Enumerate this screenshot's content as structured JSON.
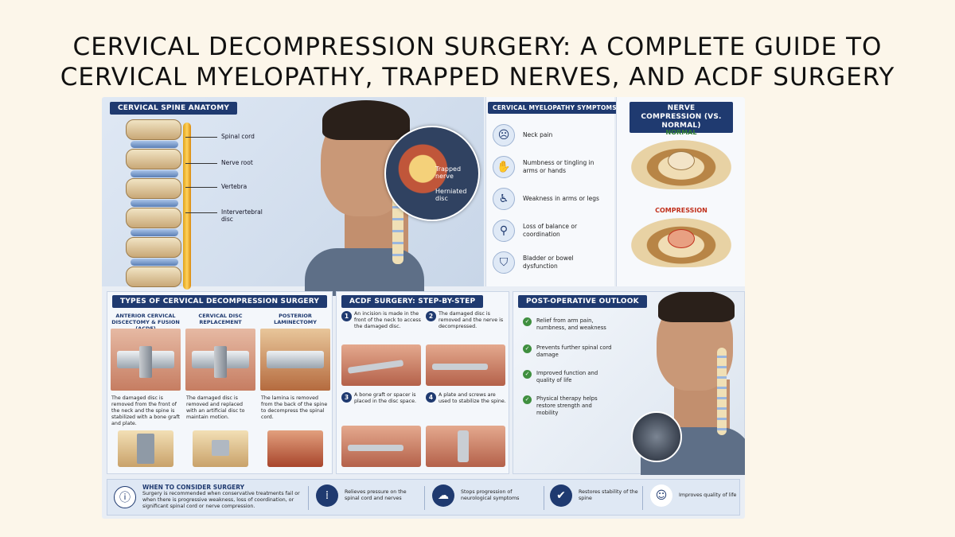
{
  "title_line1": "CERVICAL DECOMPRESSION SURGERY: A COMPLETE GUIDE TO",
  "title_line2": "CERVICAL MYELOPATHY, TRAPPED NERVES, AND ACDF SURGERY",
  "anatomy": {
    "heading": "CERVICAL SPINE ANATOMY",
    "labels": [
      "Spinal cord",
      "Nerve root",
      "Vertebra",
      "Intervertebral disc"
    ],
    "zoom_labels": [
      "Trapped nerve",
      "Herniated disc"
    ]
  },
  "symptoms": {
    "heading": "CERVICAL MYELOPATHY SYMPTOMS",
    "items": [
      {
        "icon": "neck-pain-icon",
        "glyph": "☹",
        "text": "Neck pain"
      },
      {
        "icon": "hand-icon",
        "glyph": "✋",
        "text": "Numbness or tingling in arms or hands"
      },
      {
        "icon": "person-weak-icon",
        "glyph": "♿",
        "text": "Weakness in arms or legs"
      },
      {
        "icon": "balance-icon",
        "glyph": "⚲",
        "text": "Loss of balance or coordination"
      },
      {
        "icon": "toilet-icon",
        "glyph": "⛉",
        "text": "Bladder or bowel dysfunction"
      }
    ]
  },
  "compression": {
    "heading": "NERVE COMPRESSION (VS. NORMAL)",
    "normal": "NORMAL",
    "compressed": "COMPRESSION"
  },
  "types": {
    "heading": "TYPES OF CERVICAL DECOMPRESSION SURGERY",
    "items": [
      {
        "name": "ANTERIOR CERVICAL DISCECTOMY & FUSION (ACDF)",
        "desc": "The damaged disc is removed from the front of the neck and the spine is stabilized with a bone graft and plate."
      },
      {
        "name": "CERVICAL DISC REPLACEMENT",
        "desc": "The damaged disc is removed and replaced with an artificial disc to maintain motion."
      },
      {
        "name": "POSTERIOR LAMINECTOMY",
        "desc": "The lamina is removed from the back of the spine to decompress the spinal cord."
      }
    ]
  },
  "acdf": {
    "heading": "ACDF SURGERY: STEP-BY-STEP",
    "steps": [
      {
        "num": "1",
        "text": "An incision is made in the front of the neck to access the damaged disc."
      },
      {
        "num": "2",
        "text": "The damaged disc is removed and the nerve is decompressed."
      },
      {
        "num": "3",
        "text": "A bone graft or spacer is placed in the disc space."
      },
      {
        "num": "4",
        "text": "A plate and screws are used to stabilize the spine."
      }
    ]
  },
  "outlook": {
    "heading": "POST-OPERATIVE OUTLOOK",
    "items": [
      "Relief from arm pain, numbness, and weakness",
      "Prevents further spinal cord damage",
      "Improved function and quality of life",
      "Physical therapy helps restore strength and mobility"
    ]
  },
  "bottom": {
    "consider_title": "WHEN TO CONSIDER SURGERY",
    "consider_text": "Surgery is recommended when conservative treatments fail or when there is progressive weakness, loss of coordination, or significant spinal cord or nerve compression.",
    "benefits": [
      {
        "icon": "spine-icon",
        "glyph": "⁞",
        "text": "Relieves pressure on the spinal cord and nerves"
      },
      {
        "icon": "brain-icon",
        "glyph": "☁",
        "text": "Stops progression of neurological symptoms"
      },
      {
        "icon": "shield-icon",
        "glyph": "✔",
        "text": "Restores stability of the spine"
      },
      {
        "icon": "person-icon",
        "glyph": "☺",
        "text": "Improves quality of life"
      }
    ]
  },
  "colors": {
    "navy": "#1f3a70",
    "normal": "#2f7b33",
    "compression": "#c1301c",
    "background": "#fcf6ea"
  }
}
